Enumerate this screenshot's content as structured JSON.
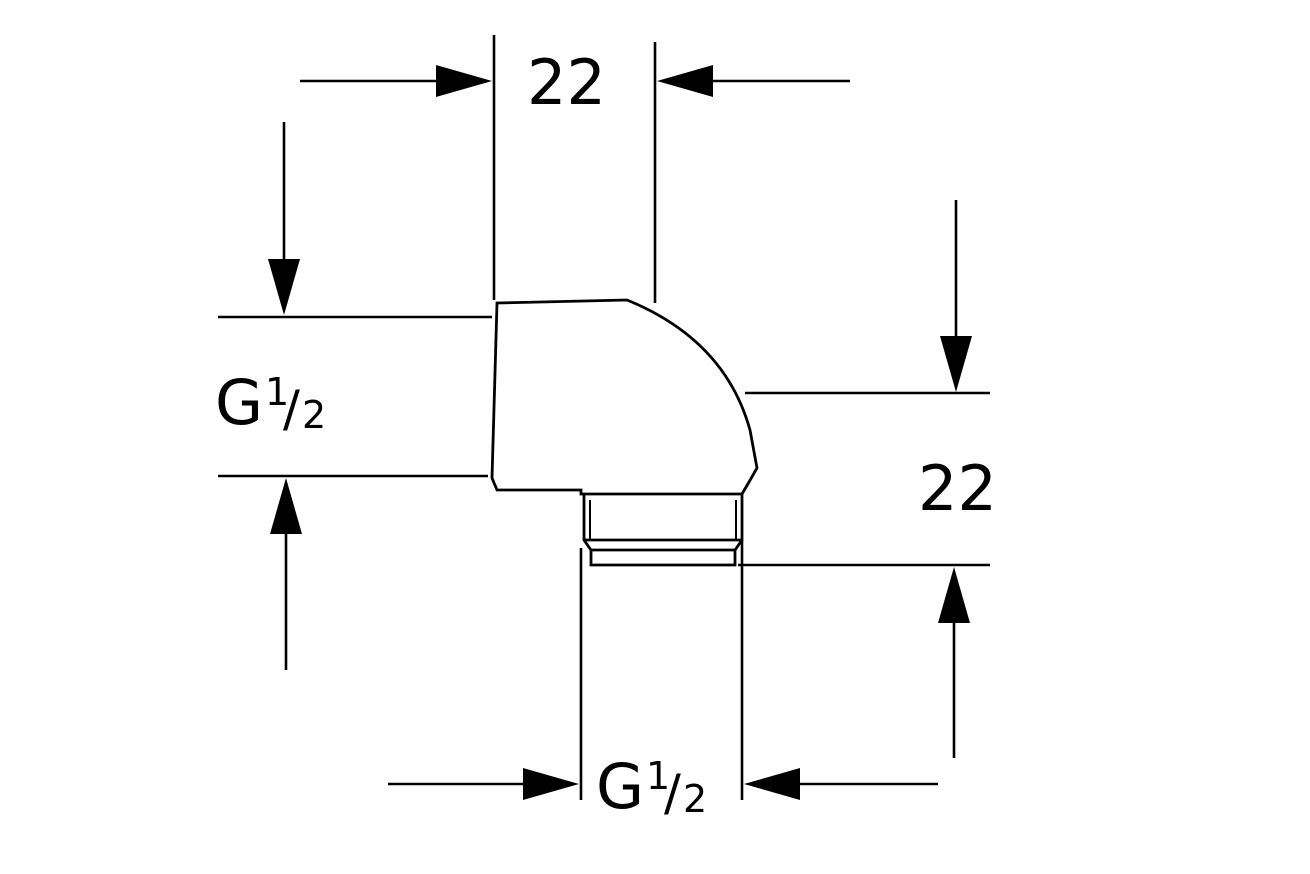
{
  "dimensions": {
    "top_width": {
      "value": "22"
    },
    "right_height": {
      "value": "22"
    },
    "left_thread": {
      "prefix": "G",
      "numerator": "1",
      "slash": "/",
      "denominator": "2"
    },
    "bottom_thread": {
      "prefix": "G",
      "numerator": "1",
      "slash": "/",
      "denominator": "2"
    }
  },
  "colors": {
    "line": "#000000",
    "background": "#ffffff"
  }
}
